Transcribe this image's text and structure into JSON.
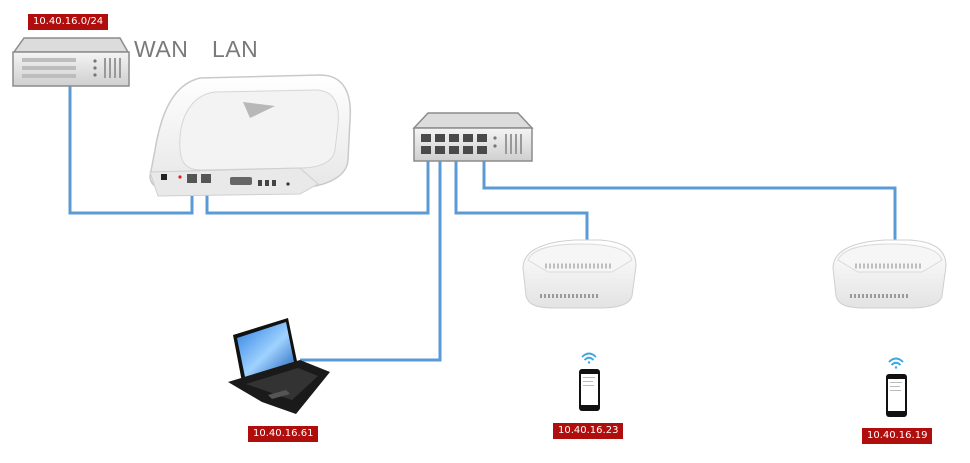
{
  "labels": {
    "subnet": "10.40.16.0/24",
    "wan": "WAN",
    "lan": "LAN",
    "laptop_ip": "10.40.16.61",
    "phone1_ip": "10.40.16.23",
    "phone2_ip": "10.40.16.19"
  },
  "colors": {
    "cable": "#5b9bd5",
    "tag_bg": "#b00d0d",
    "tag_text": "#ffffff",
    "device_outline": "#8c8c8c"
  },
  "icons": {
    "isp_router": "rack-server-icon",
    "gateway": "wireless-gateway-icon",
    "switch": "network-switch-icon",
    "access_point": "access-point-icon",
    "laptop": "laptop-icon",
    "phone": "smartphone-icon",
    "wifi": "wifi-icon"
  }
}
